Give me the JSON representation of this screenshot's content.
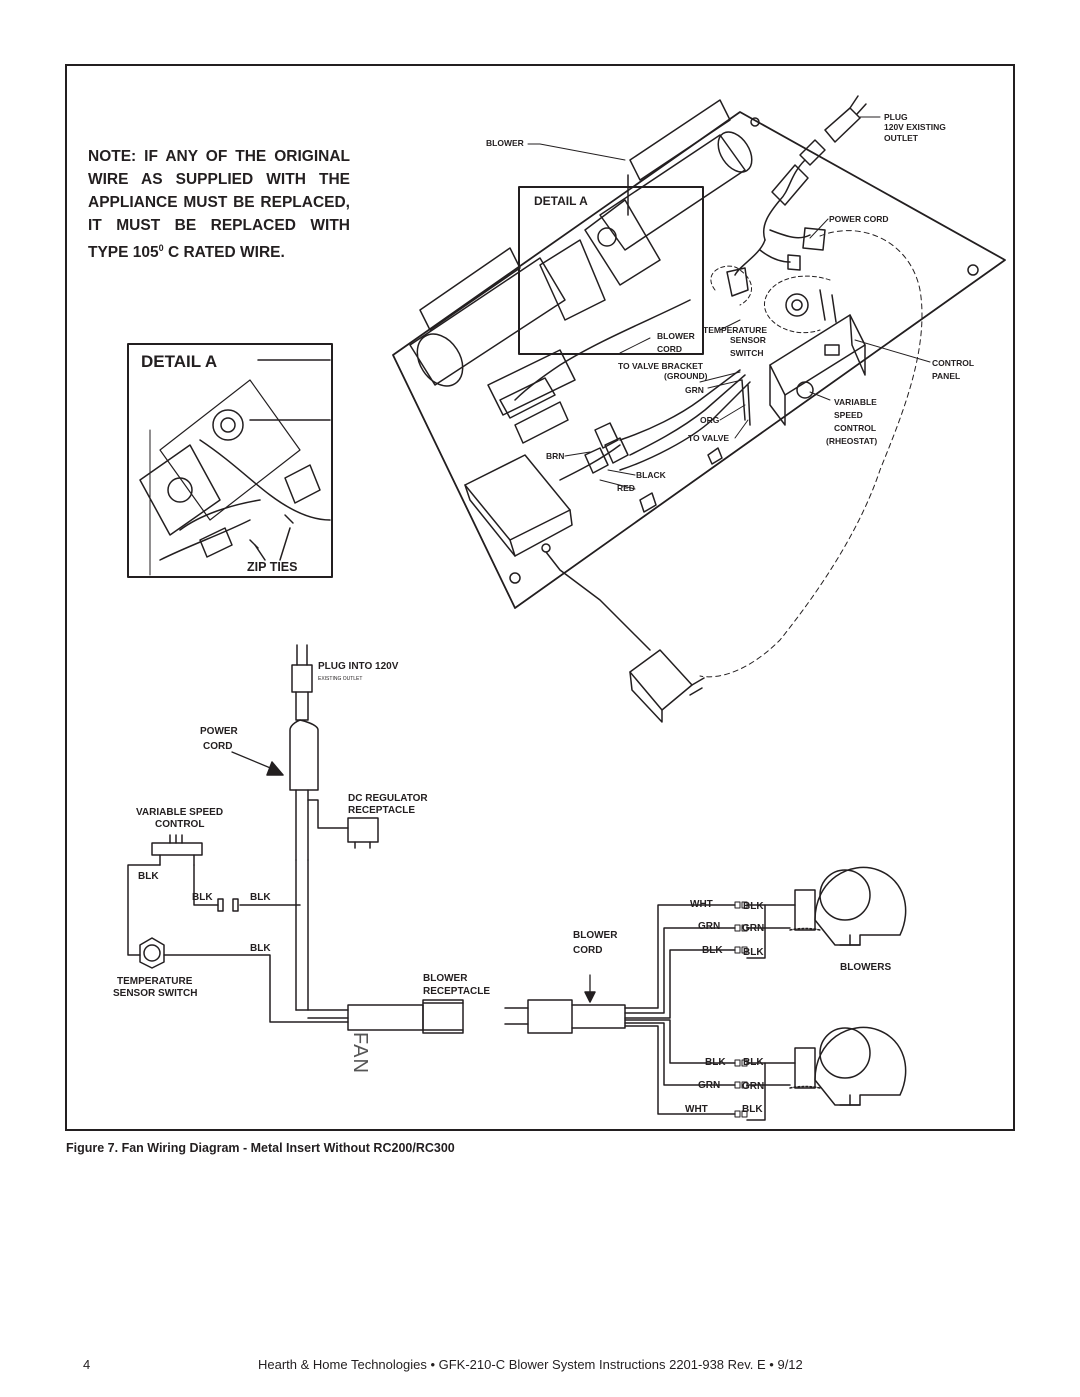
{
  "note": {
    "line1": "NOTE: IF ANY OF THE ORIGINAL",
    "line2": "WIRE AS SUPPLIED WITH THE",
    "line3": "APPLIANCE MUST BE REPLACED,",
    "line4": "IT MUST BE REPLACED WITH",
    "line5_pre": "TYPE 105",
    "line5_sup": "0",
    "line5_post": " C RATED WIRE."
  },
  "detail": {
    "large_title": "DETAIL A",
    "small_title": "DETAIL A",
    "zip_ties": "ZIP TIES"
  },
  "top_labels": {
    "blower": "BLOWER",
    "plug": "PLUG",
    "plug_sub1": "120V EXISTING",
    "plug_sub2": "OUTLET",
    "power_cord": "POWER CORD",
    "blower_cord_1": "BLOWER",
    "blower_cord_2": "CORD",
    "temp_1": "TEMPERATURE",
    "temp_2": "SENSOR",
    "temp_3": "SWITCH",
    "bracket_1": "TO VALVE BRACKET",
    "bracket_2": "(GROUND)",
    "grn": "GRN",
    "org": "ORG",
    "to_valve": "TO VALVE",
    "brn": "BRN",
    "black": "BLACK",
    "red": "RED",
    "control_1": "CONTROL",
    "control_2": "PANEL",
    "vsc_1": "VARIABLE",
    "vsc_2": "SPEED",
    "vsc_3": "CONTROL",
    "vsc_4": "(RHEOSTAT)"
  },
  "wiring": {
    "plug_into": "PLUG INTO 120V",
    "existing_outlet": "EXISTING OUTLET",
    "power_1": "POWER",
    "power_2": "CORD",
    "dc_1": "DC REGULATOR",
    "dc_2": "RECEPTACLE",
    "vs_1": "VARIABLE SPEED",
    "vs_2": "CONTROL",
    "blk": "BLK",
    "temp_1": "TEMPERATURE",
    "temp_2": "SENSOR SWITCH",
    "br_1": "BLOWER",
    "br_2": "RECEPTACLE",
    "bc_1": "BLOWER",
    "bc_2": "CORD",
    "wht": "WHT",
    "grn": "GRN",
    "blowers": "BLOWERS",
    "fan": "FAN"
  },
  "caption": "Figure 7.  Fan Wiring Diagram - Metal Insert Without RC200/RC300",
  "footer": {
    "page": "4",
    "text": "Hearth & Home Technologies  •  GFK-210-C Blower System Instructions  2201-938 Rev. E  •  9/12"
  },
  "colors": {
    "ink": "#231f20"
  }
}
